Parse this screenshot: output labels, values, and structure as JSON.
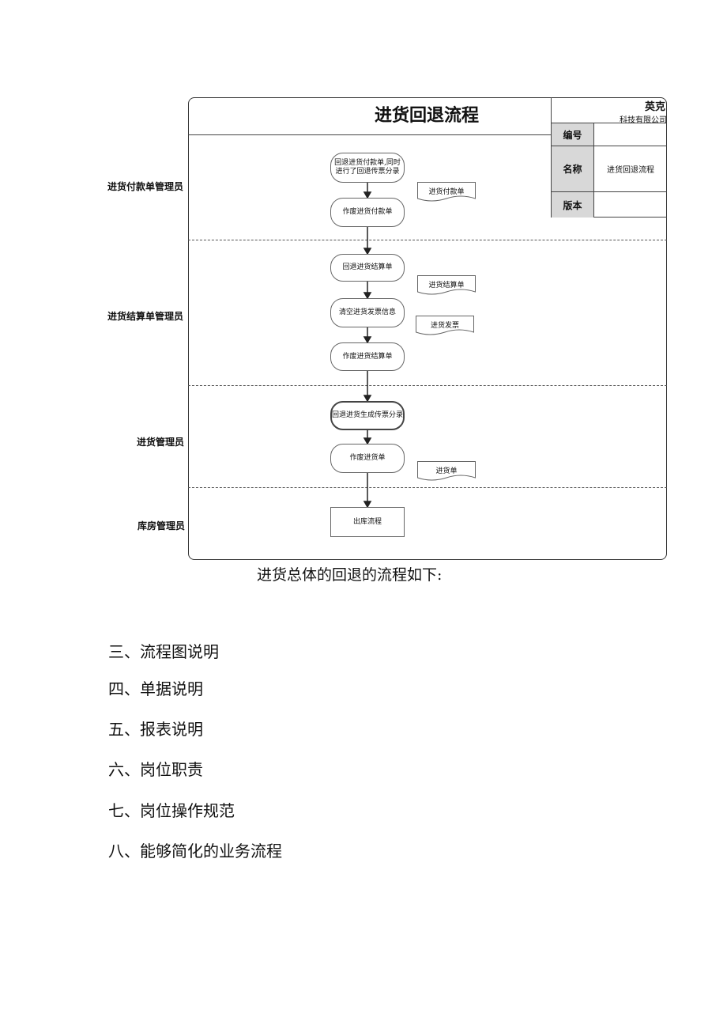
{
  "diagram": {
    "title": "进货回退流程",
    "company": {
      "name": "英克",
      "full": "科技有限公司"
    },
    "info": [
      {
        "key": "编号",
        "value": ""
      },
      {
        "key": "名称",
        "value": "进货回退流程"
      },
      {
        "key": "版本",
        "value": ""
      }
    ],
    "lanes": [
      "进货付款单管理员",
      "进货结算单管理员",
      "进货管理员",
      "库房管理员"
    ],
    "nodes": {
      "n1": "回退进货付款单,同时进行了回退传票分录",
      "n2": "作废进货付款单",
      "n3": "回退进货结算单",
      "n4": "清空进货发票信息",
      "n5": "作废进货结算单",
      "n6": "回退进货生成传票分录",
      "n7": "作废进货单",
      "n8": "出库流程"
    },
    "documents": [
      "进货付款单",
      "进货结算单",
      "进货发票",
      "进货单"
    ]
  },
  "caption": "进货总体的回退的流程如下:",
  "sections": [
    "三、流程图说明",
    "四、单据说明",
    "五、报表说明",
    "六、岗位职责",
    "七、岗位操作规范",
    "八、能够简化的业务流程"
  ]
}
